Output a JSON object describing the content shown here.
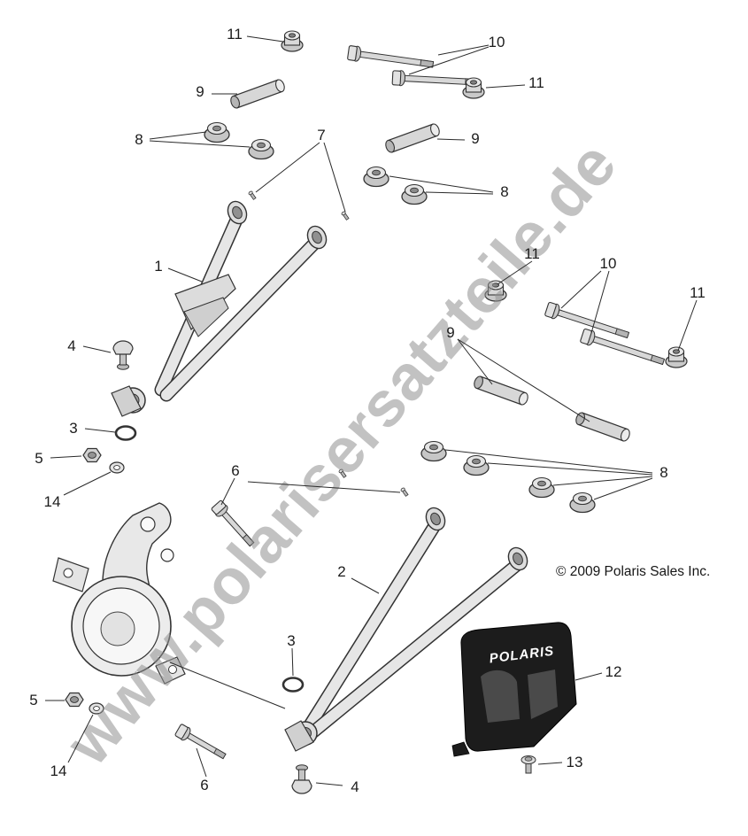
{
  "watermark": {
    "text": "www.polarisersatzteile.de"
  },
  "copyright": "© 2009 Polaris Sales Inc.",
  "skid_plate_logo": "POLARIS",
  "callouts": [
    {
      "label": "11"
    },
    {
      "label": "10"
    },
    {
      "label": "9"
    },
    {
      "label": "11"
    },
    {
      "label": "8"
    },
    {
      "label": "7"
    },
    {
      "label": "9"
    },
    {
      "label": "8"
    },
    {
      "label": "1"
    },
    {
      "label": "11"
    },
    {
      "label": "10"
    },
    {
      "label": "11"
    },
    {
      "label": "4"
    },
    {
      "label": "9"
    },
    {
      "label": "3"
    },
    {
      "label": "5"
    },
    {
      "label": "14"
    },
    {
      "label": "6"
    },
    {
      "label": "8"
    },
    {
      "label": "2"
    },
    {
      "label": "3"
    },
    {
      "label": "5"
    },
    {
      "label": "14"
    },
    {
      "label": "6"
    },
    {
      "label": "4"
    },
    {
      "label": "12"
    },
    {
      "label": "13"
    }
  ]
}
